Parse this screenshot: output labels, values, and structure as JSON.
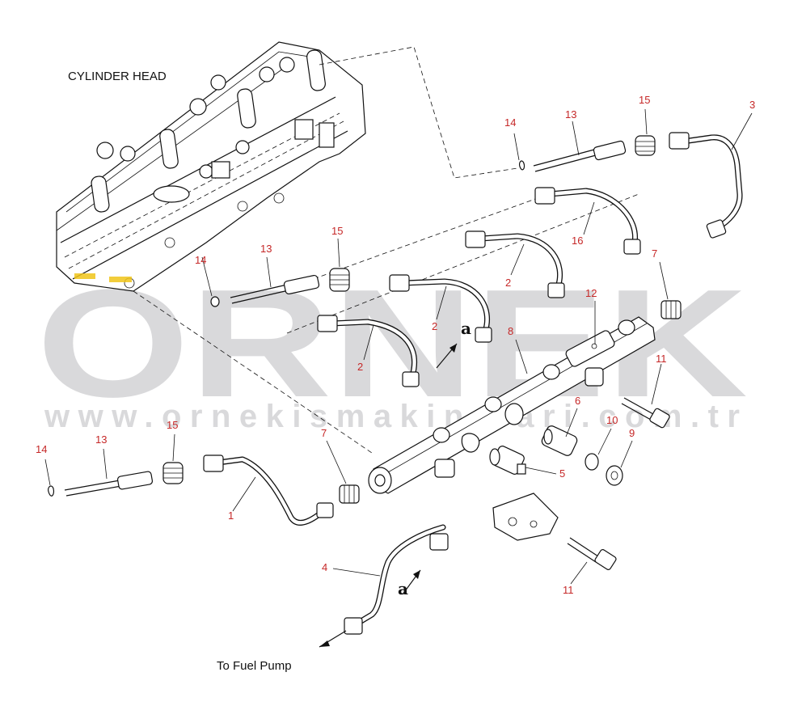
{
  "watermark": {
    "brand": "ORNEK",
    "url": "www.ornekismakinalari.com.tr"
  },
  "labels": {
    "cylinder_head": "CYLINDER HEAD",
    "to_fuel_pump": "To Fuel Pump",
    "connection_a_upper": "a",
    "connection_a_lower": "a"
  },
  "callouts": [
    {
      "id": "callout-14-top",
      "text": "14"
    },
    {
      "id": "callout-13-top",
      "text": "13"
    },
    {
      "id": "callout-15-top",
      "text": "15"
    },
    {
      "id": "callout-3",
      "text": "3"
    },
    {
      "id": "callout-16",
      "text": "16"
    },
    {
      "id": "callout-14-mid",
      "text": "14"
    },
    {
      "id": "callout-13-mid",
      "text": "13"
    },
    {
      "id": "callout-15-mid",
      "text": "15"
    },
    {
      "id": "callout-2-upper",
      "text": "2"
    },
    {
      "id": "callout-7-right",
      "text": "7"
    },
    {
      "id": "callout-12",
      "text": "12"
    },
    {
      "id": "callout-2-middle",
      "text": "2"
    },
    {
      "id": "callout-8",
      "text": "8"
    },
    {
      "id": "callout-2-lower",
      "text": "2"
    },
    {
      "id": "callout-11-right",
      "text": "11"
    },
    {
      "id": "callout-6",
      "text": "6"
    },
    {
      "id": "callout-10",
      "text": "10"
    },
    {
      "id": "callout-9",
      "text": "9"
    },
    {
      "id": "callout-14-bottom",
      "text": "14"
    },
    {
      "id": "callout-13-bottom",
      "text": "13"
    },
    {
      "id": "callout-15-bottom",
      "text": "15"
    },
    {
      "id": "callout-7-left",
      "text": "7"
    },
    {
      "id": "callout-5",
      "text": "5"
    },
    {
      "id": "callout-1",
      "text": "1"
    },
    {
      "id": "callout-4",
      "text": "4"
    },
    {
      "id": "callout-11-bottom",
      "text": "11"
    }
  ],
  "colors": {
    "line": "#111111",
    "callout": "#c62828",
    "watermark": "#d9d9db",
    "highlight": "#f0c419"
  }
}
